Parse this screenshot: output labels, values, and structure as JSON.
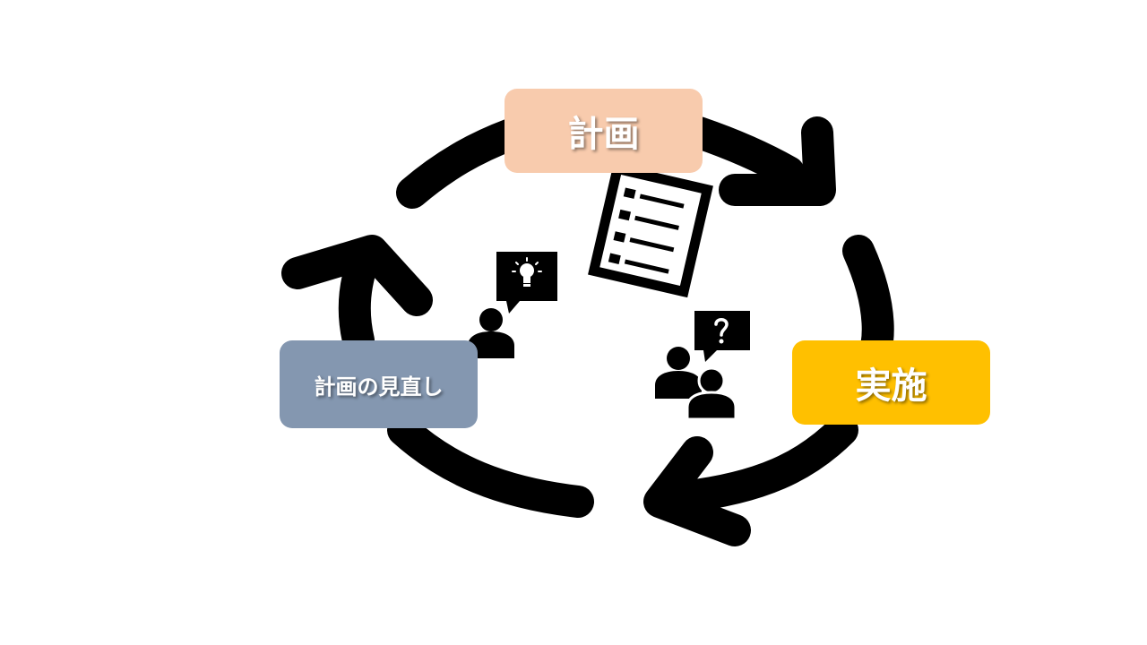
{
  "cycle": {
    "steps": [
      {
        "label": "計画",
        "color": "#F8CBAD",
        "icon": "checklist-icon"
      },
      {
        "label": "実施",
        "color": "#FFC000",
        "icon": "people-question-icon"
      },
      {
        "label": "計画の見直し",
        "color": "#8497B0",
        "icon": "person-idea-icon"
      }
    ],
    "arrow_color": "#000000"
  }
}
